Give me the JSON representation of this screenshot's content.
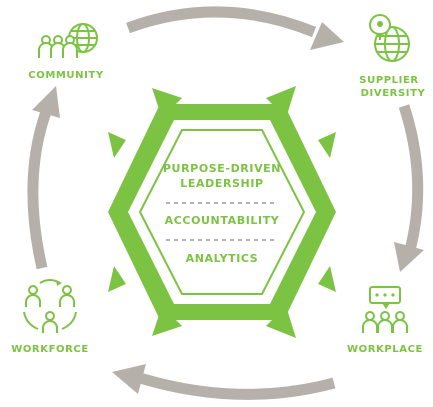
{
  "nodes": {
    "community": {
      "label": "COMMUNITY",
      "icon": "globe-people-icon"
    },
    "supplier_diversity": {
      "line1": "SUPPLIER",
      "line2": "DIVERSITY",
      "icon": "globe-pin-icon"
    },
    "workplace": {
      "label": "WORKPLACE",
      "icon": "team-chat-icon"
    },
    "workforce": {
      "label": "WORKFORCE",
      "icon": "people-cycle-icon"
    }
  },
  "center": {
    "line1": "PURPOSE-DRIVEN",
    "line2": "LEADERSHIP",
    "line3": "ACCOUNTABILITY",
    "line4": "ANALYTICS"
  },
  "colors": {
    "accent_green": "#7cc243",
    "cycle_gray": "#b6b0aa",
    "divider_gray": "#666666"
  }
}
